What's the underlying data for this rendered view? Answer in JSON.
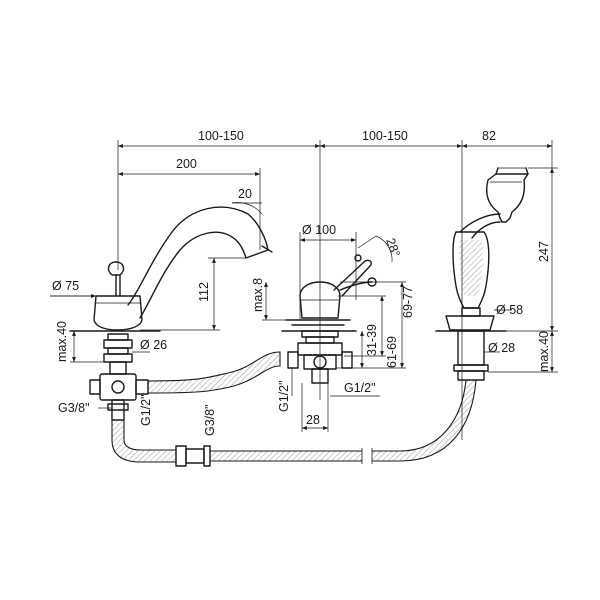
{
  "dimensions": {
    "top_spacing_left": "100-150",
    "top_spacing_right": "100-150",
    "top_handshower": "82",
    "spout_reach": "200",
    "spout_angle": "20",
    "diverter_diameter": "Ø 100",
    "lever_angle": "28°",
    "base_diameter_left": "Ø 75",
    "spout_height": "112",
    "deck_max_left": "max.40",
    "shank_diameter_left": "Ø 26",
    "inlet_g38_left": "G3/8\"",
    "inlet_g12_left": "G1/2\"",
    "inlet_g38_mid": "G3/8\"",
    "diverter_max8": "max.8",
    "diverter_69_77": "69-77",
    "diverter_31_39": "31-39",
    "diverter_61_69": "61-69",
    "inlet_g12_mid": "G1/2\"",
    "outlet_g12": "G1/2\"",
    "diverter_28": "28",
    "handshower_height": "247",
    "handshower_base": "Ø 58",
    "handshower_shank": "Ø 28",
    "deck_max_right": "max.40"
  }
}
